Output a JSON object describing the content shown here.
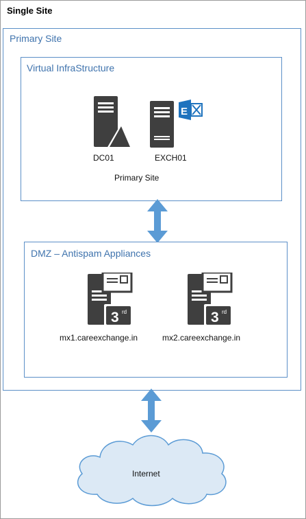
{
  "title": "Single Site",
  "primary_site": {
    "label": "Primary Site"
  },
  "virtual_infrastructure": {
    "label": "Virtual InfraStructure",
    "caption": "Primary Site",
    "nodes": [
      {
        "label": "DC01",
        "icon": "domain-controller-server-icon"
      },
      {
        "label": "EXCH01",
        "icon": "exchange-server-icon"
      }
    ]
  },
  "dmz": {
    "label": "DMZ – Antispam Appliances",
    "nodes": [
      {
        "label": "mx1.careexchange.in",
        "icon": "mail-appliance-3rd-party-icon",
        "badge": "3",
        "badge_sup": "rd"
      },
      {
        "label": "mx2.careexchange.in",
        "icon": "mail-appliance-3rd-party-icon",
        "badge": "3",
        "badge_sup": "rd"
      }
    ]
  },
  "internet": {
    "label": "Internet",
    "icon": "cloud-icon"
  },
  "colors": {
    "box_border": "#5b8fc7",
    "label_blue": "#3f73ad",
    "arrow": "#5b9bd5",
    "server": "#3f3f3f",
    "exchange": "#1e73be"
  }
}
